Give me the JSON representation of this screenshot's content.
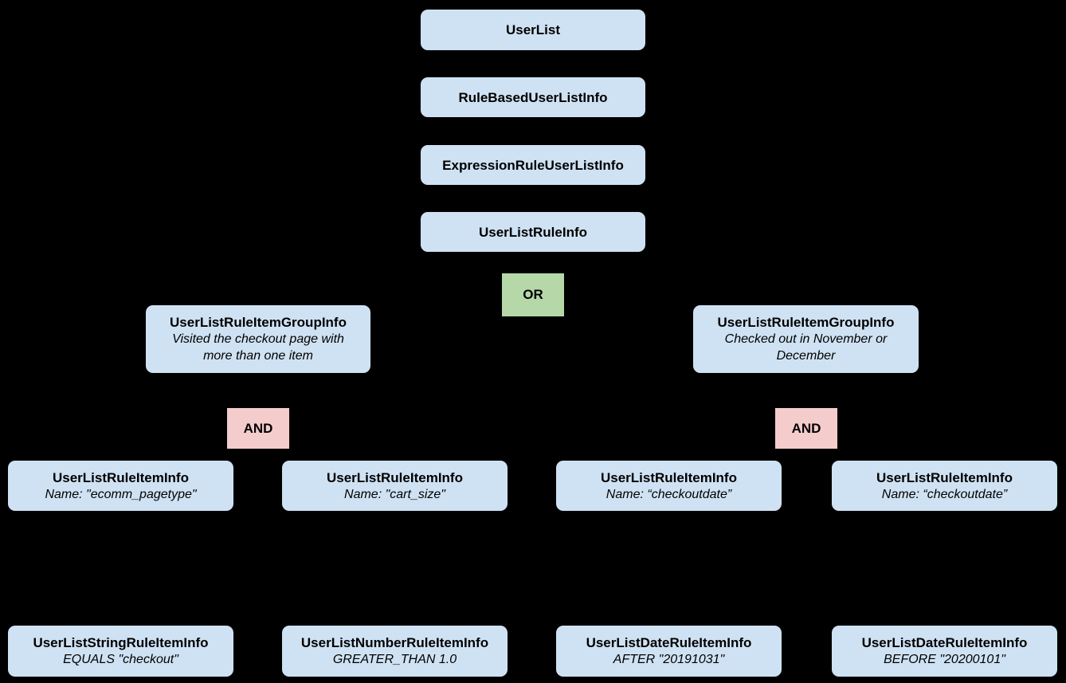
{
  "diagram": {
    "background_color": "#000000",
    "node_color": "#cfe2f3",
    "or_color": "#b6d7a8",
    "and_color": "#f4cccc",
    "text_color": "#000000",
    "chain": [
      {
        "label": "UserList"
      },
      {
        "label": "RuleBasedUserListInfo"
      },
      {
        "label": "ExpressionRuleUserListInfo"
      },
      {
        "label": "UserListRuleInfo"
      }
    ],
    "or_label": "OR",
    "and_label": "AND",
    "groups": [
      {
        "title": "UserListRuleItemGroupInfo",
        "subtitle": "Visited the checkout page with more than one item"
      },
      {
        "title": "UserListRuleItemGroupInfo",
        "subtitle": "Checked out in November or December"
      }
    ],
    "items": [
      {
        "title": "UserListRuleItemInfo",
        "subtitle": "Name: \"ecomm_pagetype\""
      },
      {
        "title": "UserListRuleItemInfo",
        "subtitle": "Name: \"cart_size\""
      },
      {
        "title": "UserListRuleItemInfo",
        "subtitle": "Name: “checkoutdate”"
      },
      {
        "title": "UserListRuleItemInfo",
        "subtitle": "Name: “checkoutdate”"
      }
    ],
    "leaves": [
      {
        "title": "UserListStringRuleItemInfo",
        "subtitle": "EQUALS \"checkout\""
      },
      {
        "title": "UserListNumberRuleItemInfo",
        "subtitle": "GREATER_THAN 1.0"
      },
      {
        "title": "UserListDateRuleItemInfo",
        "subtitle": "AFTER \"20191031\""
      },
      {
        "title": "UserListDateRuleItemInfo",
        "subtitle": "BEFORE \"20200101\""
      }
    ]
  }
}
